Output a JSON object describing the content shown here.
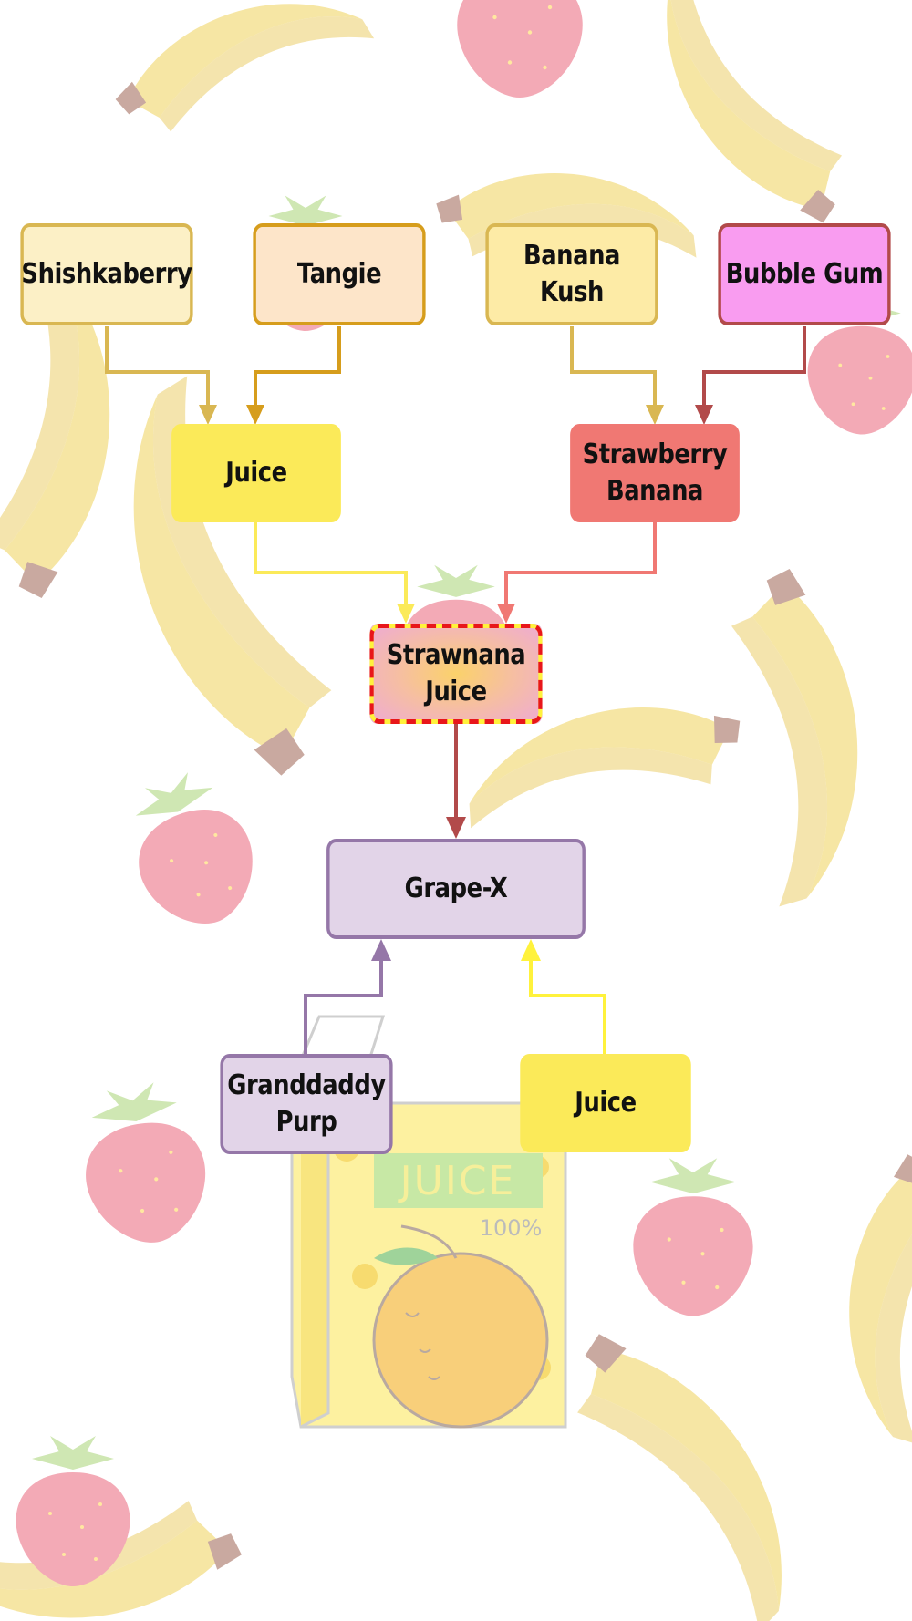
{
  "nodes": {
    "shishkaberry": {
      "label": "Shishkaberry"
    },
    "tangie": {
      "label": "Tangie"
    },
    "banana_kush": {
      "label": "Banana Kush"
    },
    "bubble_gum": {
      "label": "Bubble Gum"
    },
    "juice_top": {
      "label": "Juice"
    },
    "strawberry_banana": {
      "label": "Strawberry\nBanana"
    },
    "strawnana_juice": {
      "label": "Strawnana\nJuice"
    },
    "grape_x": {
      "label": "Grape-X"
    },
    "granddaddy_purp": {
      "label": "Granddaddy\nPurp"
    },
    "juice_bottom": {
      "label": "Juice"
    }
  },
  "edges": [
    {
      "from": "shishkaberry",
      "to": "juice_top",
      "color": "#d9b752"
    },
    {
      "from": "tangie",
      "to": "juice_top",
      "color": "#d69d1c"
    },
    {
      "from": "banana_kush",
      "to": "strawberry_banana",
      "color": "#d9b752"
    },
    {
      "from": "bubble_gum",
      "to": "strawberry_banana",
      "color": "#b24a4a"
    },
    {
      "from": "juice_top",
      "to": "strawnana_juice",
      "color": "#fbea59"
    },
    {
      "from": "strawberry_banana",
      "to": "strawnana_juice",
      "color": "#f07873"
    },
    {
      "from": "strawnana_juice",
      "to": "grape_x",
      "color": "#b24a4a"
    },
    {
      "from": "granddaddy_purp",
      "to": "grape_x",
      "color": "#9577a8"
    },
    {
      "from": "juice_bottom",
      "to": "grape_x",
      "color": "#fff23c"
    }
  ],
  "background": {
    "carton_label": "JUICE",
    "carton_percent": "100%"
  },
  "colors": {
    "banana": "#f6e6a4",
    "strawberry": "#f3aab6",
    "leaf": "#cfe7b3"
  }
}
